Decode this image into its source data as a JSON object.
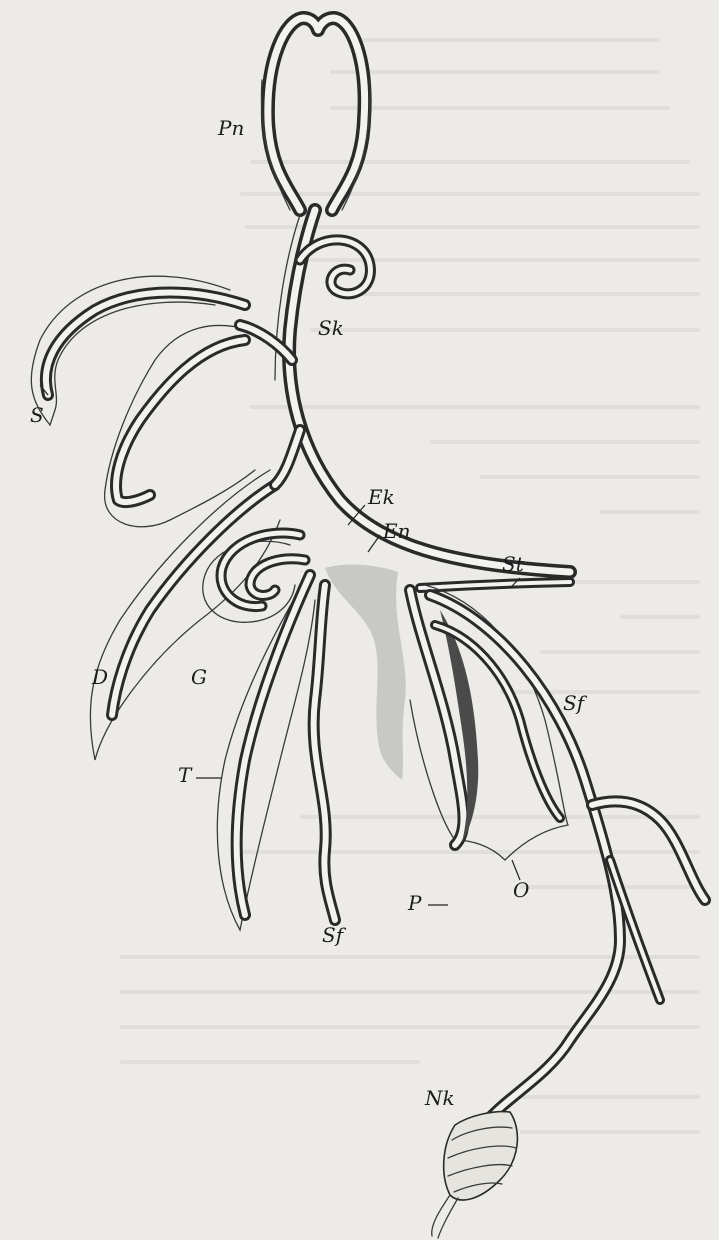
{
  "figure": {
    "labels": {
      "pn": "Pn",
      "sk": "Sk",
      "s": "S",
      "ek": "Ek",
      "en": "En",
      "st": "St",
      "d": "D",
      "g": "G",
      "sf_right": "Sf",
      "t": "T",
      "p": "P",
      "sf_bottom": "Sf",
      "o": "O",
      "nk": "Nk"
    }
  }
}
